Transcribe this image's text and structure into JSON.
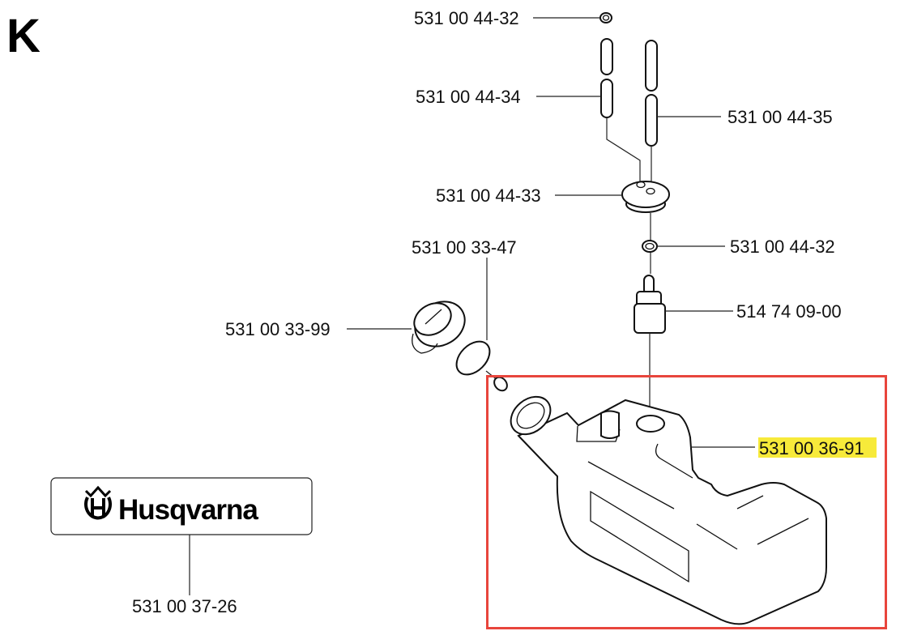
{
  "section_letter": "K",
  "brand": {
    "logo_text": "Husqvarna"
  },
  "parts": [
    {
      "number": "531 00 44-32",
      "name": "top-washer"
    },
    {
      "number": "531 00 44-34",
      "name": "short-hose"
    },
    {
      "number": "531 00 44-35",
      "name": "long-hose"
    },
    {
      "number": "531 00 44-33",
      "name": "grommet"
    },
    {
      "number": "531 00 33-47",
      "name": "cap-seal"
    },
    {
      "number": "531 00 44-32",
      "name": "lower-washer"
    },
    {
      "number": "514 74 09-00",
      "name": "fuel-filter"
    },
    {
      "number": "531 00 33-99",
      "name": "fuel-cap"
    },
    {
      "number": "531 00 36-91",
      "name": "fuel-tank"
    },
    {
      "number": "531 00 37-26",
      "name": "decal"
    }
  ],
  "colors": {
    "highlight_box": "#e8453c",
    "highlight_text": "#f7ea3a"
  }
}
